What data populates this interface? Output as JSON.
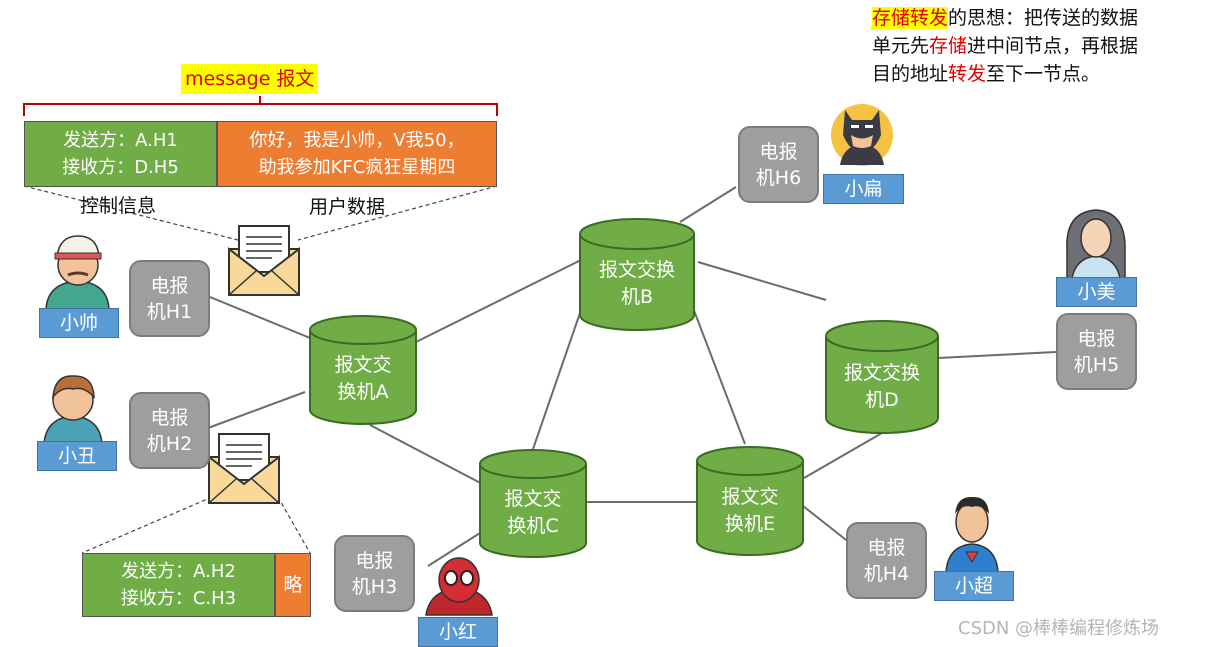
{
  "note": {
    "highlight": "存储转发",
    "line1_rest": "的思想：把传送的数据",
    "line2_a": "单元先",
    "line2_red": "存储",
    "line2_b": "进中间节点，再根据",
    "line3_a": "目的地址",
    "line3_red": "转发",
    "line3_b": "至下一节点。"
  },
  "message": {
    "title": "message 报文",
    "control_line1": "发送方：A.H1",
    "control_line2": "接收方：D.H5",
    "user_line1": "你好，我是小帅，V我50，",
    "user_line2": "助我参加KFC疯狂星期四",
    "control_label": "控制信息",
    "user_label": "用户数据"
  },
  "message2": {
    "line1": "发送方：A.H2",
    "line2": "接收方：C.H3",
    "omitted": "略"
  },
  "switches": {
    "A": [
      "报文交",
      "换机A"
    ],
    "B": [
      "报文交换",
      "机B"
    ],
    "C": [
      "报文交",
      "换机C"
    ],
    "D": [
      "报文交换",
      "机D"
    ],
    "E": [
      "报文交",
      "换机E"
    ]
  },
  "hosts": {
    "H1": [
      "电报",
      "机H1"
    ],
    "H2": [
      "电报",
      "机H2"
    ],
    "H3": [
      "电报",
      "机H3"
    ],
    "H4": [
      "电报",
      "机H4"
    ],
    "H5": [
      "电报",
      "机H5"
    ],
    "H6": [
      "电报",
      "机H6"
    ]
  },
  "people": {
    "H1": "小帅",
    "H2": "小丑",
    "H3": "小红",
    "H4": "小超",
    "H5": "小美",
    "H6": "小扁"
  },
  "watermark": "CSDN @棒棒编程修炼场",
  "colors": {
    "switch_green": "#70ad47",
    "host_gray": "#9e9e9e",
    "name_blue": "#5b9bd5",
    "user_orange": "#ed7d31",
    "highlight_yellow": "#ffff00",
    "accent_red": "#e00000"
  },
  "icons": [
    "envelope-icon",
    "person-avatar-icon"
  ]
}
